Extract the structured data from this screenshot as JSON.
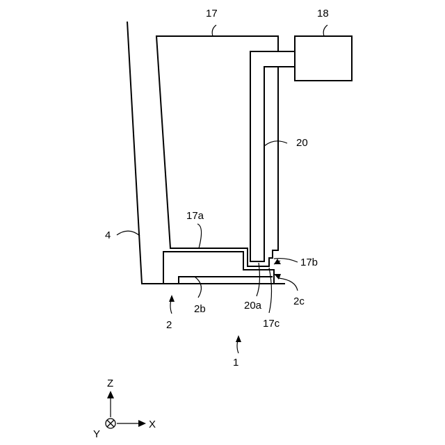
{
  "labels": {
    "casing": "17",
    "unit": "18",
    "pipe": "20",
    "wall": "4",
    "casing_bottom": "17a",
    "casing_step": "17b",
    "casing_recess": "17c",
    "pipe_end": "20a",
    "base_face": "2b",
    "base_edge": "2c",
    "base": "2",
    "device": "1"
  },
  "axes": {
    "vertical": "Z",
    "horizontal": "X",
    "depth": "Y"
  }
}
